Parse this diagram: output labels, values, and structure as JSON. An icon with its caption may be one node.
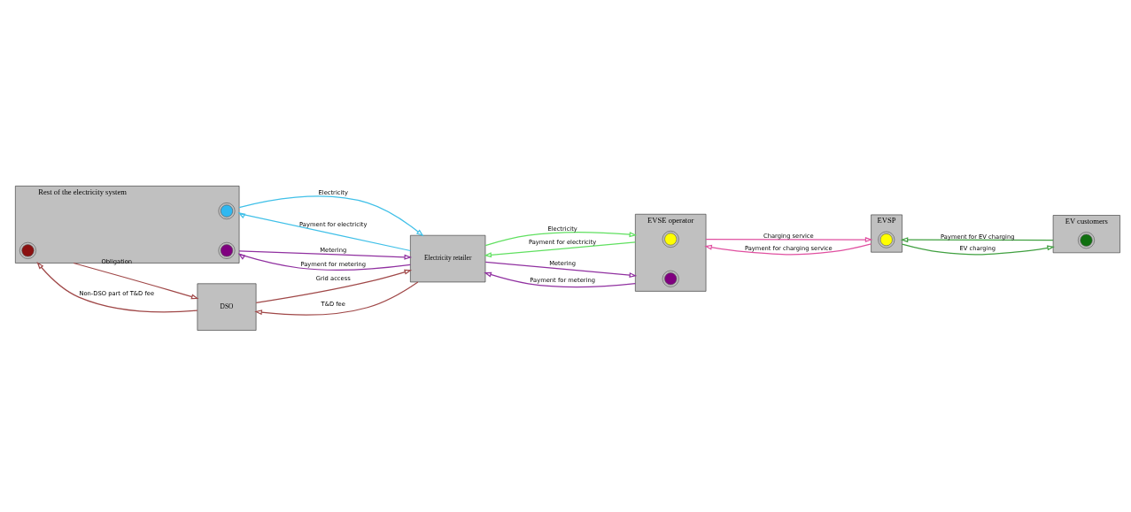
{
  "diagram": {
    "nodes": [
      {
        "text": [
          "Rest of the electricity system"
        ]
      },
      {
        "text": [],
        "shape": "circle",
        "in": 0
      },
      {
        "text": [],
        "shape": "circle",
        "in": 0
      },
      {
        "text": [],
        "shape": "circle",
        "in": 0
      },
      {
        "text": [
          "DSO"
        ]
      },
      {
        "text": [
          "Electricity retailer"
        ]
      },
      {
        "text": [
          "EVSE operator"
        ]
      },
      {
        "text": [],
        "shape": "circle",
        "in": 6
      },
      {
        "text": [],
        "shape": "circle",
        "in": 6
      },
      {
        "text": [
          "EVSP"
        ]
      },
      {
        "text": [],
        "shape": "circle",
        "in": 9
      },
      {
        "text": [
          "EV customers"
        ]
      },
      {
        "text": [],
        "shape": "circle",
        "in": 11
      }
    ],
    "edges": [
      {
        "from": 0,
        "to": 5,
        "arrow": "to",
        "label": "Electricity",
        "color": "#40c0e8"
      },
      {
        "from": 5,
        "to": 0,
        "arrow": "to",
        "label": "Payment for electricity",
        "color": "#40c0e8"
      },
      {
        "from": 0,
        "to": 4,
        "arrow": "to",
        "label": "Obligation",
        "color": "#a04848"
      },
      {
        "from": 4,
        "to": 0,
        "arrow": "to",
        "label": "Non-DSO part of T&D fee",
        "color": "#a04848"
      },
      {
        "from": 4,
        "to": 5,
        "arrow": "to",
        "label": "Grid access",
        "color": "#a04848"
      },
      {
        "from": 5,
        "to": 4,
        "arrow": "to",
        "label": "T&D fee",
        "color": "#a04848"
      },
      {
        "from": 0,
        "to": 5,
        "arrow": "to",
        "label": "Metering",
        "color": "#9030a0"
      },
      {
        "from": 5,
        "to": 0,
        "arrow": "to",
        "label": "Payment for metering",
        "color": "#9030a0"
      },
      {
        "from": 5,
        "to": 6,
        "arrow": "to",
        "label": "Electricity",
        "color": "#60e060"
      },
      {
        "from": 6,
        "to": 5,
        "arrow": "to",
        "label": "Payment for electricity",
        "color": "#60e060"
      },
      {
        "from": 5,
        "to": 6,
        "arrow": "to",
        "label": "Metering",
        "color": "#9030a0"
      },
      {
        "from": 6,
        "to": 5,
        "arrow": "to",
        "label": "Payment for metering",
        "color": "#9030a0"
      },
      {
        "from": 6,
        "to": 9,
        "arrow": "to",
        "label": "Charging service",
        "color": "#e050a0"
      },
      {
        "from": 9,
        "to": 6,
        "arrow": "to",
        "label": "Payment for charging service",
        "color": "#e050a0"
      },
      {
        "from": 11,
        "to": 9,
        "arrow": "to",
        "label": "Payment for EV charging",
        "color": "#40a040"
      },
      {
        "from": 9,
        "to": 11,
        "arrow": "to",
        "label": "EV charging",
        "color": "#40a040"
      }
    ]
  }
}
